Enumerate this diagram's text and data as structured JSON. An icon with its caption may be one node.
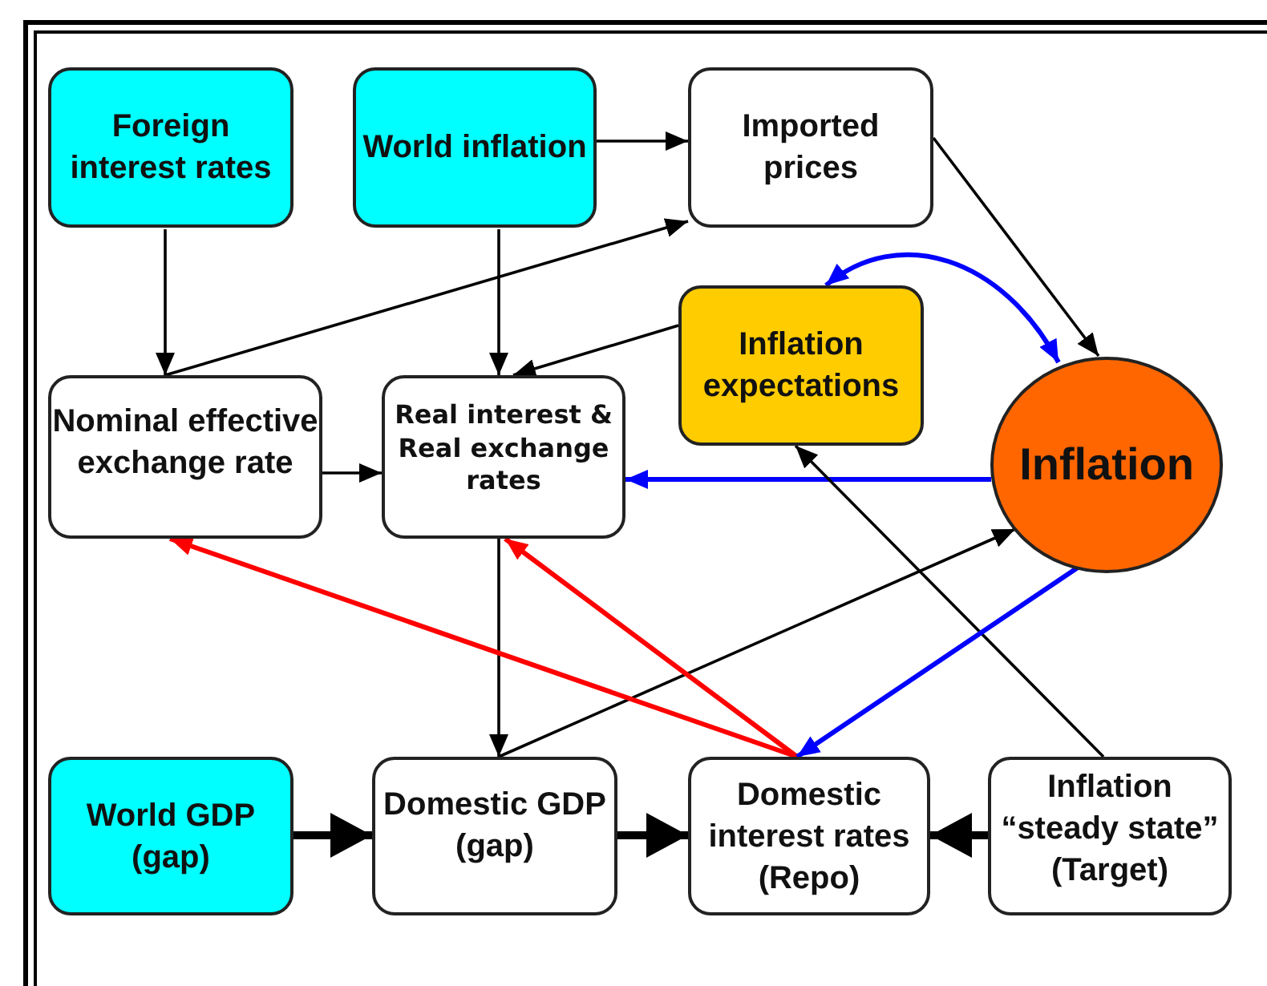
{
  "diagram": {
    "nodes": [
      {
        "text": [
          "Foreign interest rates"
        ]
      },
      {
        "text": [
          "World inflation"
        ]
      },
      {
        "text": [
          "Imported prices"
        ]
      },
      {
        "text": [
          "Inflation expectations"
        ]
      },
      {
        "text": [
          "Inflation"
        ]
      },
      {
        "text": [
          "Nominal effective exchange rate"
        ]
      },
      {
        "text": [
          "Real interest  & Real exchange rates"
        ]
      },
      {
        "text": [
          "World GDP (gap)"
        ]
      },
      {
        "text": [
          "Domestic GDP (gap)"
        ]
      },
      {
        "text": [
          "Domestic interest rates (Repo)"
        ]
      },
      {
        "text": [
          "Inflation “steady state” (Target)"
        ]
      }
    ],
    "edges": [
      {
        "from": 0,
        "to": 5,
        "arrow": "to"
      },
      {
        "from": 5,
        "to": 2,
        "arrow": "to"
      },
      {
        "from": 1,
        "to": 2,
        "arrow": "to"
      },
      {
        "from": 1,
        "to": 6,
        "arrow": "to"
      },
      {
        "from": 3,
        "to": 6,
        "arrow": "to"
      },
      {
        "from": 2,
        "to": 4,
        "arrow": "to"
      },
      {
        "from": 4,
        "to": 3,
        "arrow": "both",
        "color": "#0000ff"
      },
      {
        "from": 5,
        "to": 6,
        "arrow": "to"
      },
      {
        "from": 4,
        "to": 6,
        "arrow": "to",
        "color": "#0000ff"
      },
      {
        "from": 10,
        "to": 3,
        "arrow": "to"
      },
      {
        "from": 6,
        "to": 8,
        "arrow": "to"
      },
      {
        "from": 8,
        "to": 4,
        "arrow": "to"
      },
      {
        "from": 9,
        "to": 5,
        "arrow": "to",
        "color": "#ff0000"
      },
      {
        "from": 9,
        "to": 6,
        "arrow": "to",
        "color": "#ff0000"
      },
      {
        "from": 4,
        "to": 9,
        "arrow": "to",
        "color": "#0000ff"
      },
      {
        "from": 7,
        "to": 8,
        "arrow": "to",
        "style": "thick"
      },
      {
        "from": 8,
        "to": 9,
        "arrow": "to",
        "style": "thick"
      },
      {
        "from": 10,
        "to": 9,
        "arrow": "to",
        "style": "thick"
      }
    ]
  }
}
